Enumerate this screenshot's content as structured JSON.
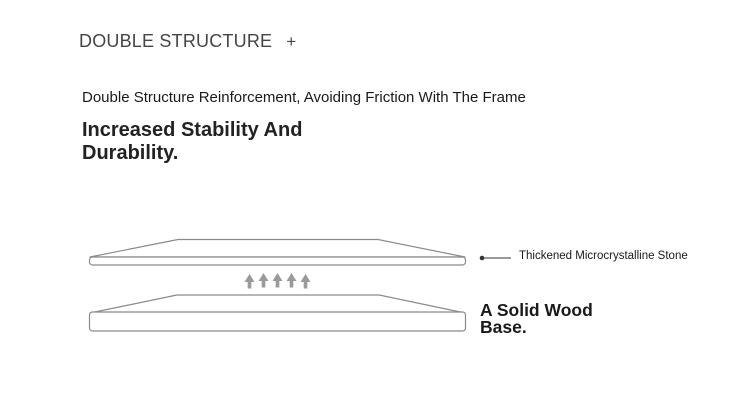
{
  "section": {
    "title": "DOUBLE STRUCTURE",
    "plus_symbol": "+"
  },
  "subtitle": "Double Structure Reinforcement, Avoiding Friction With The Frame",
  "headline": "Increased Stability And Durability.",
  "diagram": {
    "top_layer_label": "Thickened Microcrystalline Stone",
    "bottom_layer_label": "A Solid Wood Base.",
    "arrow_count": 5,
    "arrow_icon": "up-arrow-icon",
    "line_color": "#8a8a8a",
    "arrow_color": "#9a9a9a"
  }
}
